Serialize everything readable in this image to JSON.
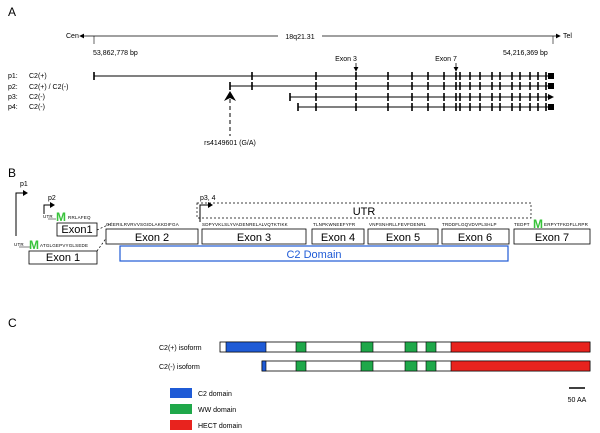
{
  "panels": {
    "a": "A",
    "b": "B",
    "c": "C"
  },
  "panel_a": {
    "cen_label": "Cen",
    "tel_label": "Tel",
    "band_label": "18q21.31",
    "start_bp": "53,862,778 bp",
    "end_bp": "54,216,369 bp",
    "exon3_label": "Exon 3",
    "exon7_label": "Exon 7",
    "snp_label": "rs4149601 (G/A)",
    "promoters": [
      {
        "id": "p1:",
        "desc": "C2(+)"
      },
      {
        "id": "p2:",
        "desc": "C2(+) / C2(-)"
      },
      {
        "id": "p3:",
        "desc": "C2(-)"
      },
      {
        "id": "p4:",
        "desc": "C2(-)"
      }
    ]
  },
  "panel_b": {
    "p1_label": "p1",
    "p2_label": "p2",
    "p34_label": "p3, 4",
    "utr_box_label": "UTR",
    "utr_small": "UTR",
    "c2_domain_label": "C2 Domain",
    "m_letter": "M",
    "exon1_upper": "Exon1",
    "exon1_lower": "Exon 1",
    "exon1_upper_seq": "RRLAFEQ",
    "exon1_lower_seq": "ATGLGEPVYGLSEDE",
    "exons": [
      {
        "label": "Exon 2",
        "seq": "GEERILRVRVVSGIDLAKKDIFGA"
      },
      {
        "label": "Exon 3",
        "seq": "SDPYVKLSLYVADENRELALVQTKTIKK"
      },
      {
        "label": "Exon 4",
        "seq": "TLNPKWNEEFYFR"
      },
      {
        "label": "Exon 5",
        "seq": "VNPSNHRLLFEVFDENRL"
      },
      {
        "label": "Exon 6",
        "seq": "TRDDFLGQVDVPLSHLP"
      },
      {
        "label": "Exon 7",
        "seq": "TEDPT",
        "seq_after": "ERPYTFKDFLLRPR"
      }
    ]
  },
  "panel_c": {
    "isoforms": [
      {
        "name": "C2(+) isoform"
      },
      {
        "name": "C2(-) isoform"
      }
    ],
    "scale_label": "50 AA",
    "legend": [
      {
        "label": "C2 domain",
        "color": "#1f5bd6"
      },
      {
        "label": "WW domain",
        "color": "#1fa84a"
      },
      {
        "label": "HECT domain",
        "color": "#e8231e"
      }
    ]
  }
}
